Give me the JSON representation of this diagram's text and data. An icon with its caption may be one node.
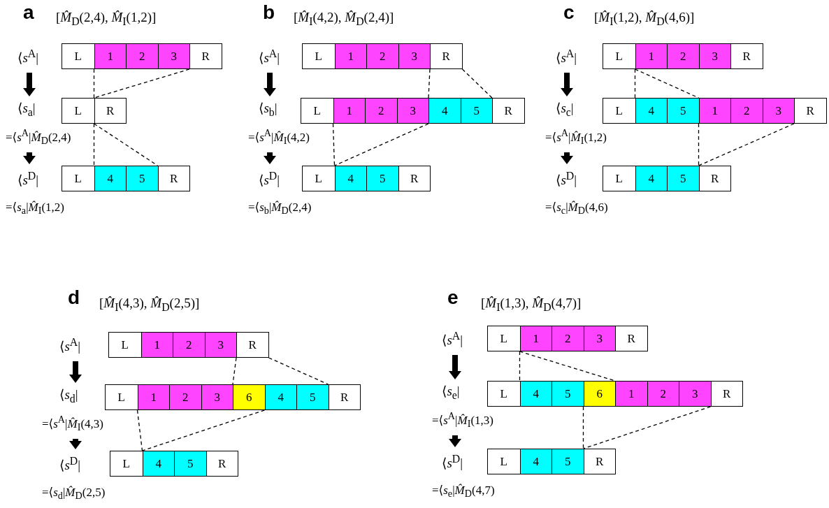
{
  "diagram": {
    "nodes": [
      {
        "text": [
          "⟨*s*$^{A}$|"
        ]
      },
      {
        "text": [],
        "shape": "box"
      },
      {
        "text": [
          "L"
        ],
        "in": 1
      },
      {
        "text": [
          "1"
        ],
        "in": 1
      },
      {
        "text": [
          "2"
        ],
        "in": 1
      },
      {
        "text": [
          "3"
        ],
        "in": 1
      },
      {
        "text": [
          "R"
        ],
        "in": 1
      },
      {
        "text": [
          "⟨*s*$_{a}$|"
        ],
        "beside": [
          "=⟨*s*$^{A}$|*M̂*$_{D}$(2,4)"
        ]
      },
      {
        "text": [],
        "shape": "box"
      },
      {
        "text": [
          "L"
        ],
        "in": 8
      },
      {
        "text": [
          "R"
        ],
        "in": 8
      },
      {
        "text": [
          "⟨*s*$^{D}$|"
        ],
        "beside": [
          "=⟨*s*$_{a}$|*M̂*$_{I}$(1,2)"
        ]
      },
      {
        "text": [],
        "shape": "box"
      },
      {
        "text": [
          "L"
        ],
        "in": 12
      },
      {
        "text": [
          "4"
        ],
        "in": 12
      },
      {
        "text": [
          "5"
        ],
        "in": 12
      },
      {
        "text": [
          "R"
        ],
        "in": 12
      },
      {
        "text": [
          "⟨*s*$^{A}$|"
        ]
      },
      {
        "text": [],
        "shape": "box"
      },
      {
        "text": [
          "L"
        ],
        "in": 18
      },
      {
        "text": [
          "1"
        ],
        "in": 18
      },
      {
        "text": [
          "2"
        ],
        "in": 18
      },
      {
        "text": [
          "3"
        ],
        "in": 18
      },
      {
        "text": [
          "R"
        ],
        "in": 18
      },
      {
        "text": [
          "⟨*s*$_{b}$|"
        ],
        "beside": [
          "=⟨*s*$^{A}$|*M̂*$_{I}$(4,2)"
        ]
      },
      {
        "text": [],
        "shape": "box"
      },
      {
        "text": [
          "L"
        ],
        "in": 25
      },
      {
        "text": [
          "1"
        ],
        "in": 25
      },
      {
        "text": [
          "2"
        ],
        "in": 25
      },
      {
        "text": [
          "3"
        ],
        "in": 25
      },
      {
        "text": [
          "4"
        ],
        "in": 25
      },
      {
        "text": [
          "5"
        ],
        "in": 25
      },
      {
        "text": [
          "R"
        ],
        "in": 25
      },
      {
        "text": [
          "⟨*s*$^{D}$|"
        ],
        "beside": [
          "=⟨*s*$_{b}$|*M̂*$_{D}$(2,4)"
        ]
      },
      {
        "text": [],
        "shape": "box"
      },
      {
        "text": [
          "L"
        ],
        "in": 34
      },
      {
        "text": [
          "4"
        ],
        "in": 34
      },
      {
        "text": [
          "5"
        ],
        "in": 34
      },
      {
        "text": [
          "R"
        ],
        "in": 34
      },
      {
        "text": [
          "⟨*s*$^{A}$|"
        ]
      },
      {
        "text": [],
        "shape": "box"
      },
      {
        "text": [
          "L"
        ],
        "in": 40
      },
      {
        "text": [
          "1"
        ],
        "in": 40
      },
      {
        "text": [
          "2"
        ],
        "in": 40
      },
      {
        "text": [
          "3"
        ],
        "in": 40
      },
      {
        "text": [
          "R"
        ],
        "in": 40
      },
      {
        "text": [
          "⟨*s*$_{c}$|"
        ],
        "beside": [
          "=⟨*s*$^{A}$|*M̂*$_{I}$(1,2)"
        ]
      },
      {
        "text": [],
        "shape": "box"
      },
      {
        "text": [
          "L"
        ],
        "in": 47
      },
      {
        "text": [
          "4"
        ],
        "in": 47
      },
      {
        "text": [
          "5"
        ],
        "in": 47
      },
      {
        "text": [
          "1"
        ],
        "in": 47
      },
      {
        "text": [
          "2"
        ],
        "in": 47
      },
      {
        "text": [
          "3"
        ],
        "in": 47
      },
      {
        "text": [
          "R"
        ],
        "in": 47
      },
      {
        "text": [
          "⟨*s*$^{D}$|"
        ],
        "beside": [
          "=⟨*s*$_{c}$|*M̂*$_{D}$(4,6)"
        ]
      },
      {
        "text": [],
        "shape": "box"
      },
      {
        "text": [
          "L"
        ],
        "in": 56
      },
      {
        "text": [
          "4"
        ],
        "in": 56
      },
      {
        "text": [
          "5"
        ],
        "in": 56
      },
      {
        "text": [
          "R"
        ],
        "in": 56
      },
      {
        "text": [
          "⟨*s*$^{A}$|"
        ]
      },
      {
        "text": [],
        "shape": "box"
      },
      {
        "text": [
          "L"
        ],
        "in": 62
      },
      {
        "text": [
          "1"
        ],
        "in": 62
      },
      {
        "text": [
          "2"
        ],
        "in": 62
      },
      {
        "text": [
          "3"
        ],
        "in": 62
      },
      {
        "text": [
          "R"
        ],
        "in": 62
      },
      {
        "text": [
          "⟨*s*$_{d}$|"
        ],
        "beside": [
          "=⟨*s*$^{A}$|*M̂*$_{I}$(4,3)"
        ]
      },
      {
        "text": [],
        "shape": "box"
      },
      {
        "text": [
          "L"
        ],
        "in": 69
      },
      {
        "text": [
          "1"
        ],
        "in": 69
      },
      {
        "text": [
          "2"
        ],
        "in": 69
      },
      {
        "text": [
          "3"
        ],
        "in": 69
      },
      {
        "text": [
          "6"
        ],
        "in": 69
      },
      {
        "text": [
          "4"
        ],
        "in": 69
      },
      {
        "text": [
          "5"
        ],
        "in": 69
      },
      {
        "text": [
          "R"
        ],
        "in": 69
      },
      {
        "text": [
          "⟨*s*$^{D}$|"
        ],
        "beside": [
          "=⟨*s*$_{d}$|*M̂*$_{D}$(2,5)"
        ]
      },
      {
        "text": [],
        "shape": "box"
      },
      {
        "text": [
          "L"
        ],
        "in": 79
      },
      {
        "text": [
          "4"
        ],
        "in": 79
      },
      {
        "text": [
          "5"
        ],
        "in": 79
      },
      {
        "text": [
          "R"
        ],
        "in": 79
      },
      {
        "text": [
          "⟨*s*$^{A}$|"
        ]
      },
      {
        "text": [],
        "shape": "box"
      },
      {
        "text": [
          "L"
        ],
        "in": 85
      },
      {
        "text": [
          "1"
        ],
        "in": 85
      },
      {
        "text": [
          "2"
        ],
        "in": 85
      },
      {
        "text": [
          "3"
        ],
        "in": 85
      },
      {
        "text": [
          "R"
        ],
        "in": 85
      },
      {
        "text": [
          "⟨*s*$_{e}$|"
        ],
        "beside": [
          "=⟨*s*$^{A}$|*M̂*$_{I}$(1,3)"
        ]
      },
      {
        "text": [],
        "shape": "box"
      },
      {
        "text": [
          "L"
        ],
        "in": 92
      },
      {
        "text": [
          "4"
        ],
        "in": 92
      },
      {
        "text": [
          "5"
        ],
        "in": 92
      },
      {
        "text": [
          "6"
        ],
        "in": 92
      },
      {
        "text": [
          "1"
        ],
        "in": 92
      },
      {
        "text": [
          "2"
        ],
        "in": 92
      },
      {
        "text": [
          "3"
        ],
        "in": 92
      },
      {
        "text": [
          "R"
        ],
        "in": 92
      },
      {
        "text": [
          "⟨*s*$^{D}$|"
        ],
        "beside": [
          "=⟨*s*$_{e}$|*M̂*$_{D}$(4,7)"
        ]
      },
      {
        "text": [],
        "shape": "box"
      },
      {
        "text": [
          "L"
        ],
        "in": 102
      },
      {
        "text": [
          "4"
        ],
        "in": 102
      },
      {
        "text": [
          "5"
        ],
        "in": 102
      },
      {
        "text": [
          "R"
        ],
        "in": 102
      }
    ],
    "edges": [
      {
        "from": 0,
        "to": 7,
        "arrow": "to",
        "style": "thick"
      },
      {
        "from": 1,
        "to": 8,
        "arrow": "none",
        "style": "dashed"
      },
      {
        "from": 1,
        "to": 8,
        "arrow": "none",
        "style": "dashed"
      },
      {
        "from": 7,
        "to": 11,
        "arrow": "to",
        "style": "thick"
      },
      {
        "from": 8,
        "to": 12,
        "arrow": "none",
        "style": "dashed"
      },
      {
        "from": 8,
        "to": 12,
        "arrow": "none",
        "style": "dashed"
      },
      {
        "from": 17,
        "to": 24,
        "arrow": "to",
        "style": "thick"
      },
      {
        "from": 18,
        "to": 25,
        "arrow": "none",
        "style": "dashed"
      },
      {
        "from": 18,
        "to": 25,
        "arrow": "none",
        "style": "dashed"
      },
      {
        "from": 24,
        "to": 33,
        "arrow": "to",
        "style": "thick"
      },
      {
        "from": 25,
        "to": 34,
        "arrow": "none",
        "style": "dashed"
      },
      {
        "from": 25,
        "to": 34,
        "arrow": "none",
        "style": "dashed"
      },
      {
        "from": 39,
        "to": 46,
        "arrow": "to",
        "style": "thick"
      },
      {
        "from": 40,
        "to": 47,
        "arrow": "none",
        "style": "dashed"
      },
      {
        "from": 40,
        "to": 47,
        "arrow": "none",
        "style": "dashed"
      },
      {
        "from": 46,
        "to": 55,
        "arrow": "to",
        "style": "thick"
      },
      {
        "from": 47,
        "to": 56,
        "arrow": "none",
        "style": "dashed"
      },
      {
        "from": 47,
        "to": 56,
        "arrow": "none",
        "style": "dashed"
      },
      {
        "from": 61,
        "to": 68,
        "arrow": "to",
        "style": "thick"
      },
      {
        "from": 62,
        "to": 69,
        "arrow": "none",
        "style": "dashed"
      },
      {
        "from": 62,
        "to": 69,
        "arrow": "none",
        "style": "dashed"
      },
      {
        "from": 68,
        "to": 78,
        "arrow": "to",
        "style": "thick"
      },
      {
        "from": 69,
        "to": 79,
        "arrow": "none",
        "style": "dashed"
      },
      {
        "from": 69,
        "to": 79,
        "arrow": "none",
        "style": "dashed"
      },
      {
        "from": 84,
        "to": 91,
        "arrow": "to",
        "style": "thick"
      },
      {
        "from": 85,
        "to": 92,
        "arrow": "none",
        "style": "dashed"
      },
      {
        "from": 85,
        "to": 92,
        "arrow": "none",
        "style": "dashed"
      },
      {
        "from": 91,
        "to": 101,
        "arrow": "to",
        "style": "thick"
      },
      {
        "from": 92,
        "to": 102,
        "arrow": "none",
        "style": "dashed"
      },
      {
        "from": 92,
        "to": 102,
        "arrow": "none",
        "style": "dashed"
      }
    ],
    "labels": [
      "a",
      "[*M̂*$_{D}$(2,4), *M̂*$_{I}$(1,2)]",
      "b",
      "[*M̂*$_{I}$(4,2), *M̂*$_{D}$(2,4)]",
      "c",
      "[*M̂*$_{I}$(1,2), *M̂*$_{D}$(4,6)]",
      "d",
      "[*M̂*$_{I}$(4,3), *M̂*$_{D}$(2,5)]",
      "e",
      "[*M̂*$_{I}$(1,3), *M̂*$_{D}$(4,7)]"
    ]
  }
}
